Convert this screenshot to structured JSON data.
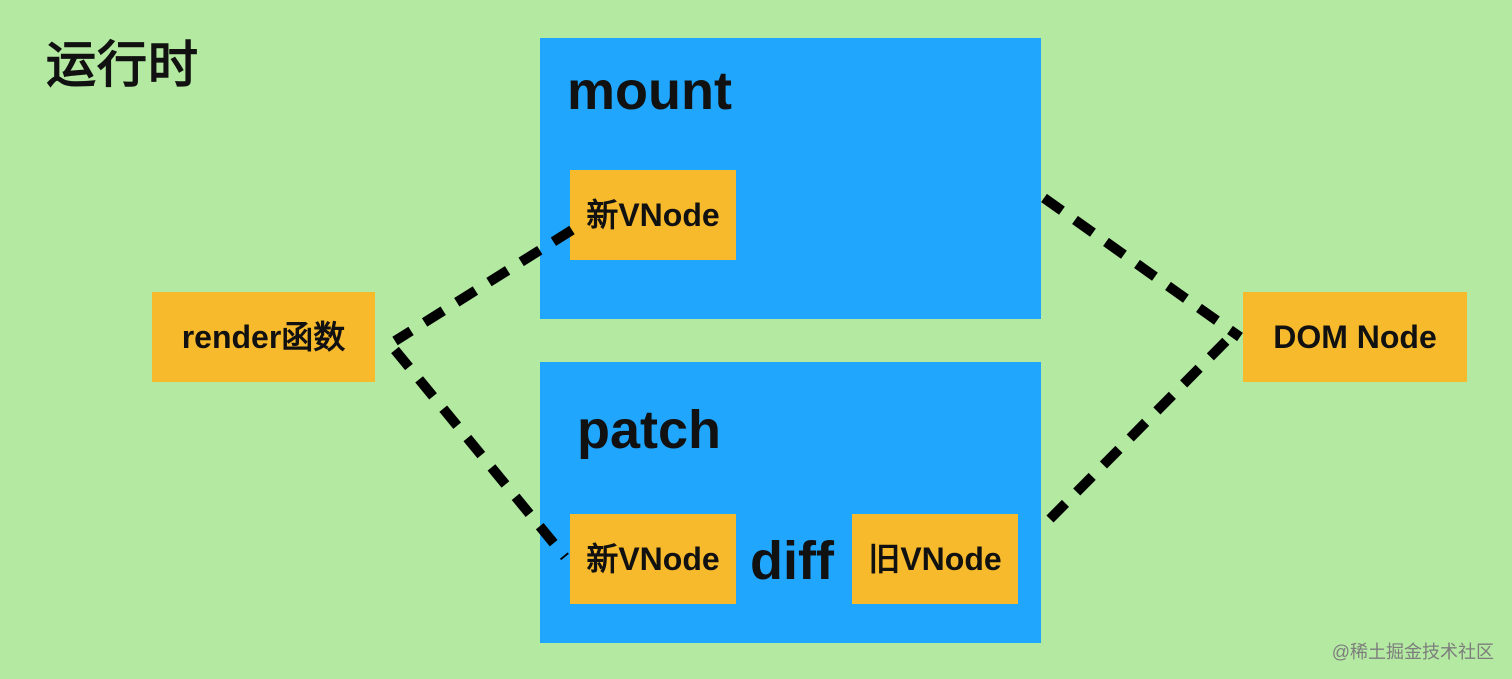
{
  "title": "运行时",
  "panels": {
    "mount": {
      "label": "mount",
      "new_vnode": "新VNode"
    },
    "patch": {
      "label": "patch",
      "new_vnode": "新VNode",
      "diff": "diff",
      "old_vnode": "旧VNode"
    }
  },
  "nodes": {
    "render": "render函数",
    "dom": "DOM Node"
  },
  "watermark": "@稀土掘金技术社区",
  "colors": {
    "background": "#b3e9a1",
    "panel": "#21a6fd",
    "box": "#f7ba2c",
    "text": "#111111",
    "connector": "#000000"
  }
}
